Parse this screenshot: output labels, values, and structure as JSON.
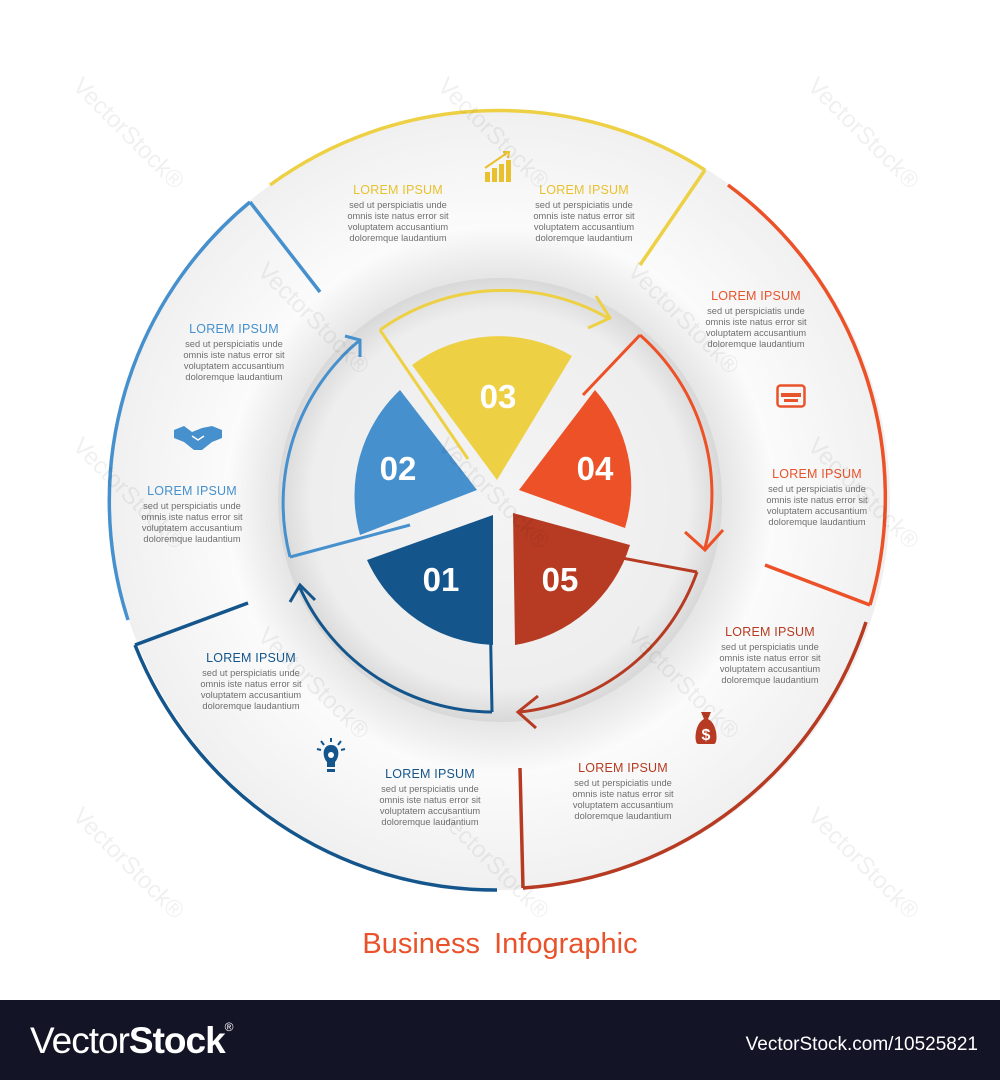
{
  "title": "Business  Infographic",
  "colors": {
    "seg1": "#14558c",
    "seg2": "#4690cd",
    "seg3": "#eed045",
    "seg4": "#ec5127",
    "seg5": "#b63b22",
    "title": "#e9532c",
    "body_text": "#6f6f6f",
    "ring_bg": "#f2f2f2",
    "footer_bg": "#131527"
  },
  "segments": [
    {
      "number": "01",
      "color": "#14558c"
    },
    {
      "number": "02",
      "color": "#4690cd"
    },
    {
      "number": "03",
      "color": "#eed045"
    },
    {
      "number": "04",
      "color": "#ec5127"
    },
    {
      "number": "05",
      "color": "#b63b22"
    }
  ],
  "blocks": [
    {
      "heading": "LOREM IPSUM",
      "body": [
        "sed ut perspiciatis unde",
        "omnis iste natus error sit",
        "voluptatem accusantium",
        "doloremque laudantium"
      ],
      "color": "#e9c12e"
    },
    {
      "heading": "LOREM IPSUM",
      "body": [
        "sed ut perspiciatis unde",
        "omnis iste natus error sit",
        "voluptatem accusantium",
        "doloremque laudantium"
      ],
      "color": "#e9c12e"
    },
    {
      "heading": "LOREM IPSUM",
      "body": [
        "sed ut perspiciatis unde",
        "omnis iste natus error sit",
        "voluptatem accusantium",
        "doloremque laudantium"
      ],
      "color": "#e9532c"
    },
    {
      "heading": "LOREM IPSUM",
      "body": [
        "sed ut perspiciatis unde",
        "omnis iste natus error sit",
        "voluptatem accusantium",
        "doloremque laudantium"
      ],
      "color": "#e9532c"
    },
    {
      "heading": "LOREM IPSUM",
      "body": [
        "sed ut perspiciatis unde",
        "omnis iste natus error sit",
        "voluptatem accusantium",
        "doloremque laudantium"
      ],
      "color": "#b63b22"
    },
    {
      "heading": "LOREM IPSUM",
      "body": [
        "sed ut perspiciatis unde",
        "omnis iste natus error sit",
        "voluptatem accusantium",
        "doloremque laudantium"
      ],
      "color": "#b63b22"
    },
    {
      "heading": "LOREM IPSUM",
      "body": [
        "sed ut perspiciatis unde",
        "omnis iste natus error sit",
        "voluptatem accusantium",
        "doloremque laudantium"
      ],
      "color": "#14558c"
    },
    {
      "heading": "LOREM IPSUM",
      "body": [
        "sed ut perspiciatis unde",
        "omnis iste natus error sit",
        "voluptatem accusantium",
        "doloremque laudantium"
      ],
      "color": "#14558c"
    },
    {
      "heading": "LOREM IPSUM",
      "body": [
        "sed ut perspiciatis unde",
        "omnis iste natus error sit",
        "voluptatem accusantium",
        "doloremque laudantium"
      ],
      "color": "#4690cd"
    },
    {
      "heading": "LOREM IPSUM",
      "body": [
        "sed ut perspiciatis unde",
        "omnis iste natus error sit",
        "voluptatem accusantium",
        "doloremque laudantium"
      ],
      "color": "#4690cd"
    }
  ],
  "icons": {
    "seg3": "bar-chart-growth-icon",
    "seg4": "credit-card-icon",
    "seg5": "money-bag-icon",
    "seg1": "lightbulb-icon",
    "seg2": "handshake-icon"
  },
  "footer": {
    "logo_light": "Vector",
    "logo_bold": "Stock",
    "logo_mark": "®",
    "url": "VectorStock.com/10525821"
  },
  "watermark": "VectorStock®"
}
